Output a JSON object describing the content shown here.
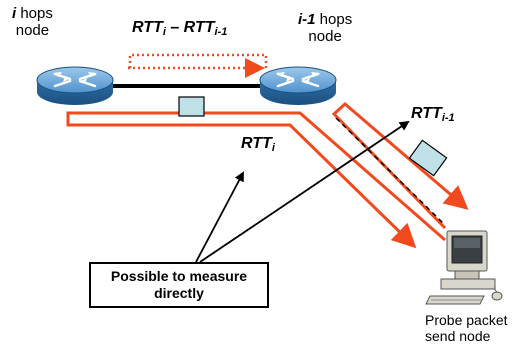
{
  "nodes": {
    "router_i": {
      "var": "i",
      "label_rest": " hops",
      "label_line2": "node",
      "icon": "router-icon"
    },
    "router_i_minus_1": {
      "var": "i-1",
      "label_rest": " hops",
      "label_line2": "node",
      "icon": "router-icon"
    },
    "probe": {
      "label_line1": "Probe packet",
      "label_line2": "send node",
      "icon": "computer-icon"
    }
  },
  "labels": {
    "rtt_diff": {
      "base1": "RTT",
      "sub1": "i",
      "sep": " – ",
      "base2": "RTT",
      "sub2": "i-1"
    },
    "rtt_i": {
      "base": "RTT",
      "sub": "i"
    },
    "rtt_i_minus_1": {
      "base": "RTT",
      "sub": "i-1"
    }
  },
  "callout": {
    "line1": "Possible to measure",
    "line2": "directly"
  },
  "colors": {
    "path_red": "#f04a1e",
    "router_blue": "#2f78b8",
    "packet_fill": "#bfe0e6"
  }
}
